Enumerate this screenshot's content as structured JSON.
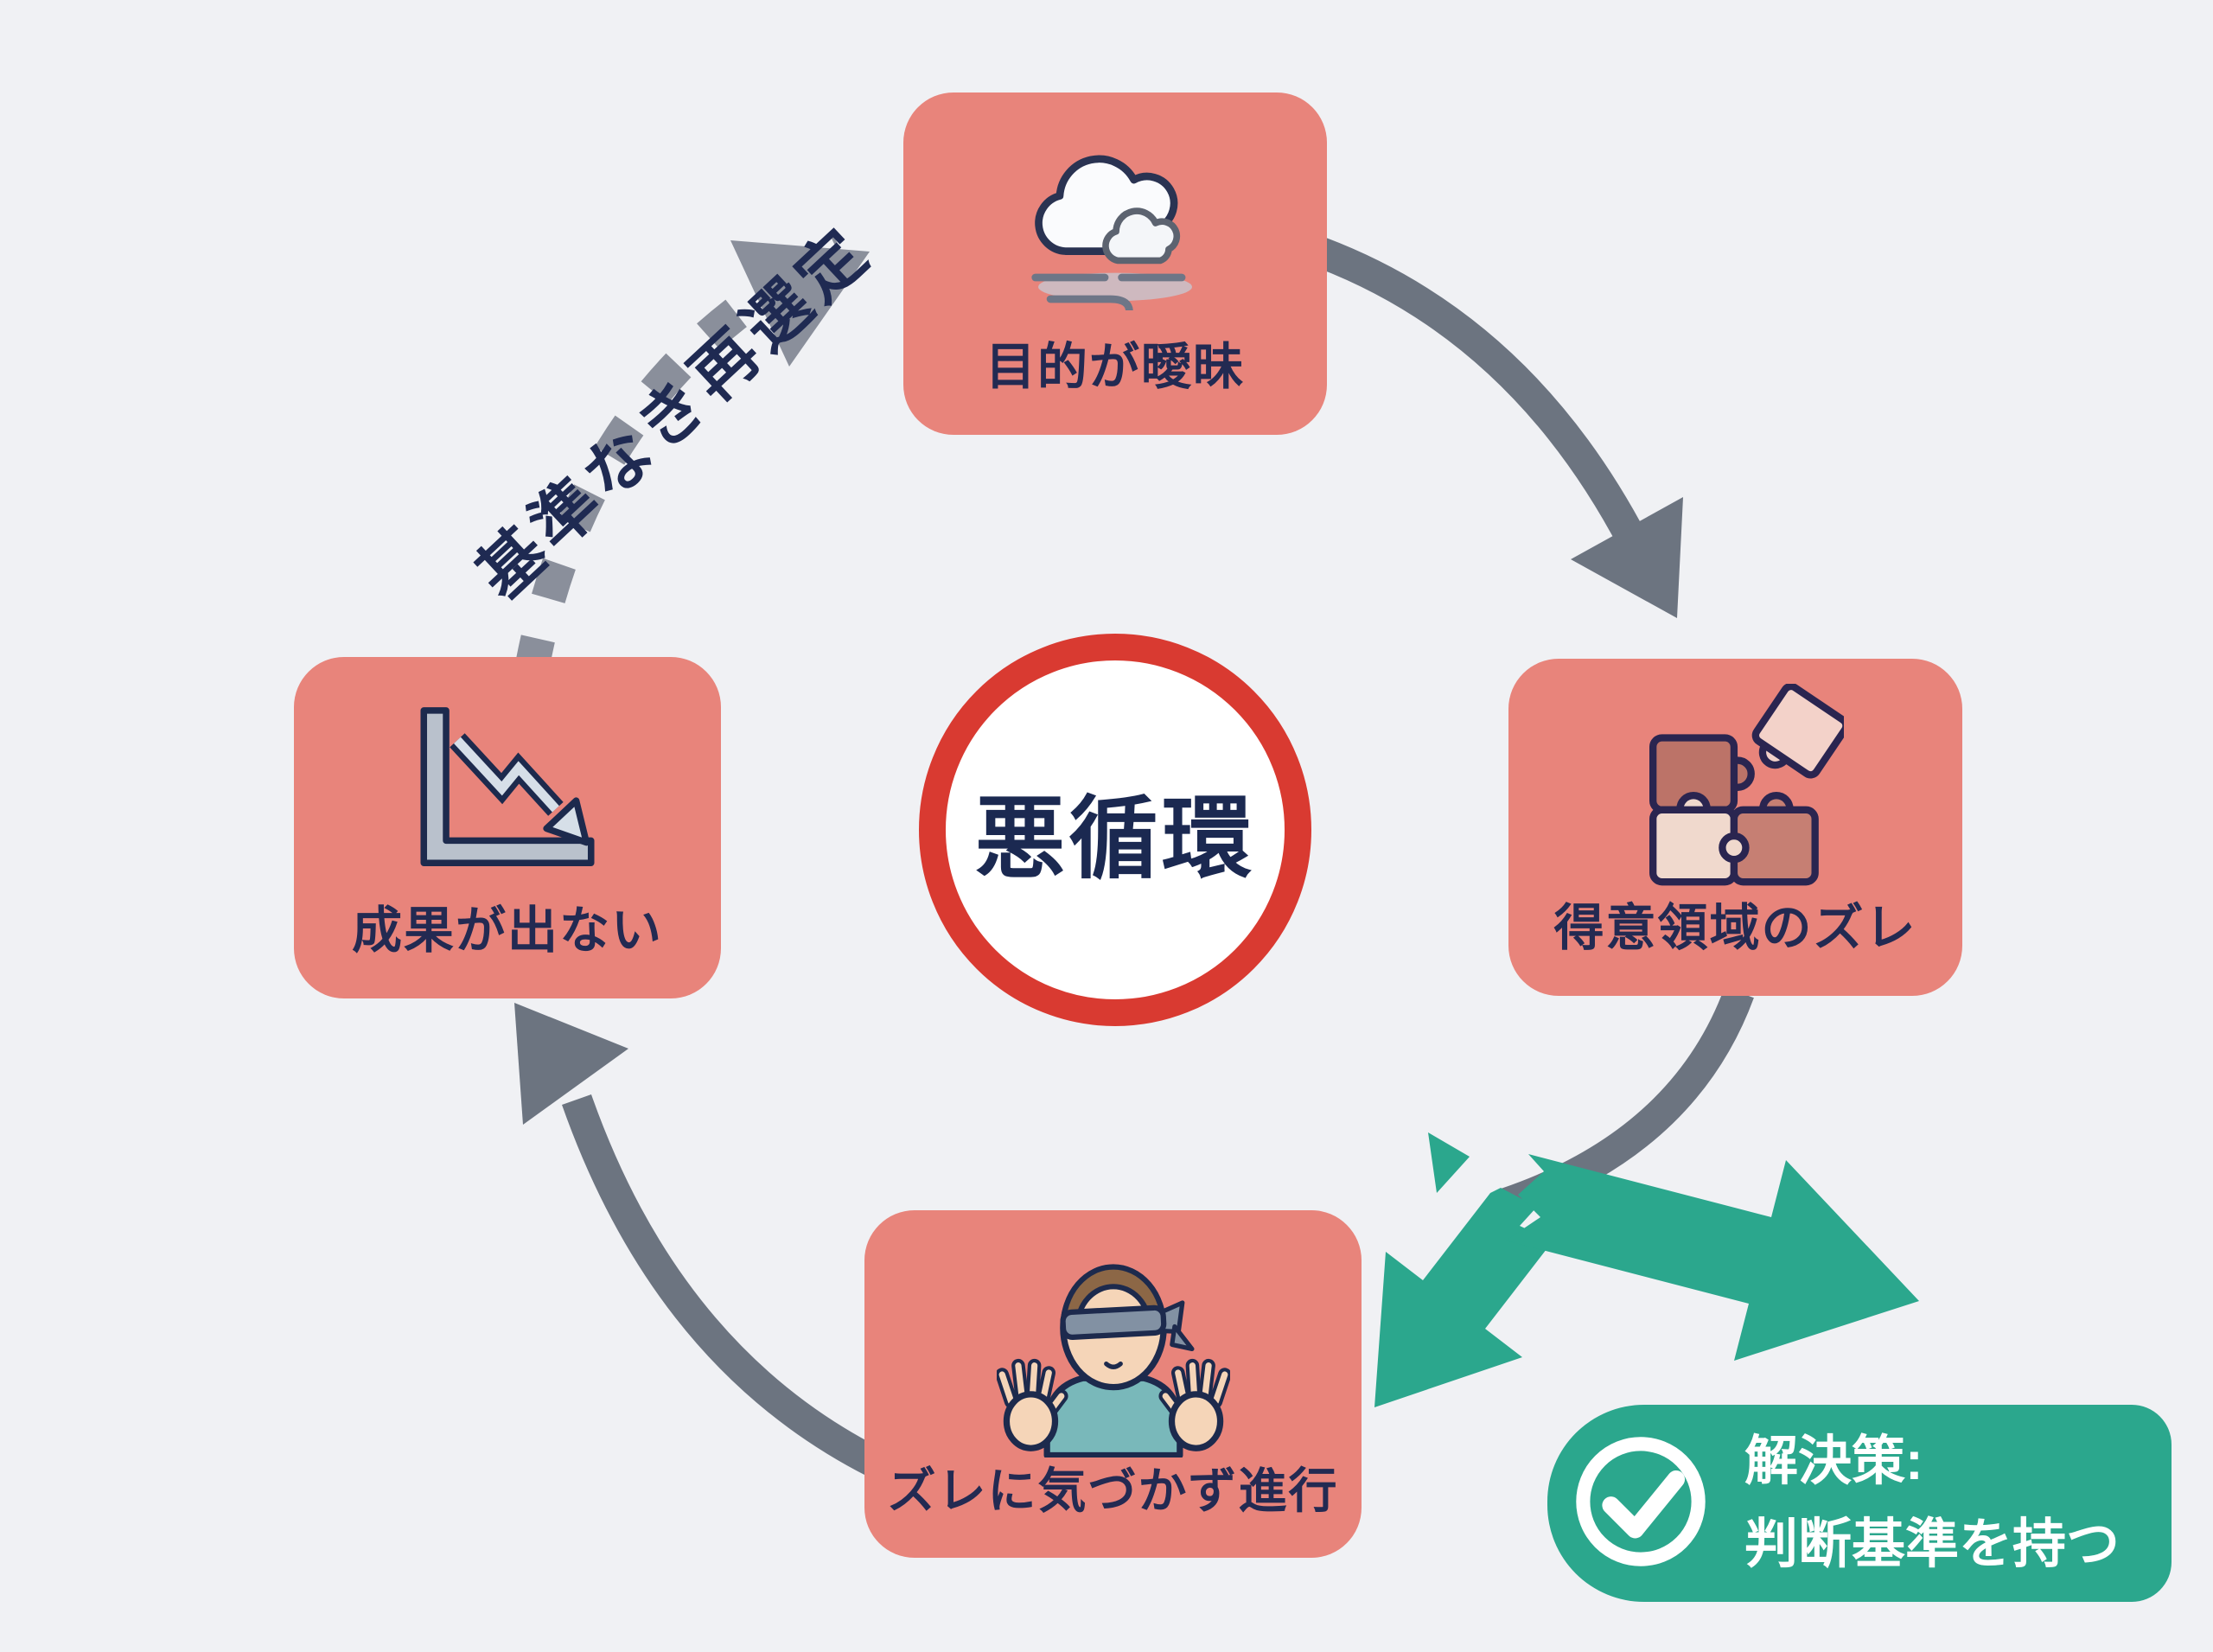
{
  "title": "悪循環ダイアグラム",
  "center": {
    "label": "悪循環",
    "ring_color": "#d93a31"
  },
  "nodes": {
    "top": {
      "label": "目的が曖昧",
      "icon": "cloud-fog-icon"
    },
    "right": {
      "label": "得意領域のズレ",
      "icon": "puzzle-mismatch-icon"
    },
    "bottom": {
      "label": "ズレに気づかず進行",
      "icon": "blindfolded-person-icon"
    },
    "left": {
      "label": "成果が出ない",
      "icon": "declining-chart-icon"
    }
  },
  "loop_label": {
    "text": "基準なき再選定"
  },
  "solution": {
    "title": "解決策:",
    "body": "判断基準を持つ",
    "icon": "check-circle-icon"
  },
  "colors": {
    "background": "#f0f1f4",
    "node_fill": "#e8847b",
    "label_navy": "#232a52",
    "cycle_arrow_gray": "#6c7480",
    "dashed_gray": "#8a8f9b",
    "ring_red": "#d93a31",
    "solution_green": "#2ba78d",
    "solution_text": "#ffffff"
  }
}
